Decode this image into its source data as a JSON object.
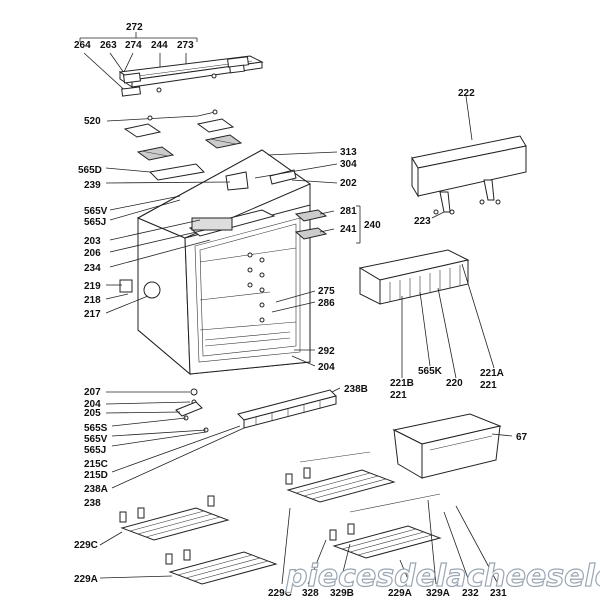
{
  "labels": {
    "l272": "272",
    "l264": "264",
    "l263": "263",
    "l274": "274",
    "l244": "244",
    "l273": "273",
    "l222": "222",
    "l520": "520",
    "l313": "313",
    "l304": "304",
    "l565D": "565D",
    "l239": "239",
    "l202": "202",
    "l565V_a": "565V",
    "l565J_a": "565J",
    "l203": "203",
    "l206": "206",
    "l234": "234",
    "l281": "281",
    "l240": "240",
    "l241": "241",
    "l223": "223",
    "l219": "219",
    "l218": "218",
    "l217": "217",
    "l275": "275",
    "l286": "286",
    "l292": "292",
    "l204_a": "204",
    "l221A": "221A",
    "l221_a": "221",
    "l220": "220",
    "l565K": "565K",
    "l221B": "221B",
    "l221_b": "221",
    "l207": "207",
    "l204_b": "204",
    "l205": "205",
    "l238B": "238B",
    "l565S": "565S",
    "l565V_b": "565V",
    "l565J_b": "565J",
    "l215C": "215C",
    "l215D": "215D",
    "l238A": "238A",
    "l238": "238",
    "l67": "67",
    "l229C_a": "229C",
    "l229A_a": "229A",
    "l229C_b": "229C",
    "l328": "328",
    "l329B": "329B",
    "l229A_b": "229A",
    "l329A": "329A",
    "l232": "232",
    "l231": "231"
  },
  "watermark": "piecesdelacheeselec.com"
}
